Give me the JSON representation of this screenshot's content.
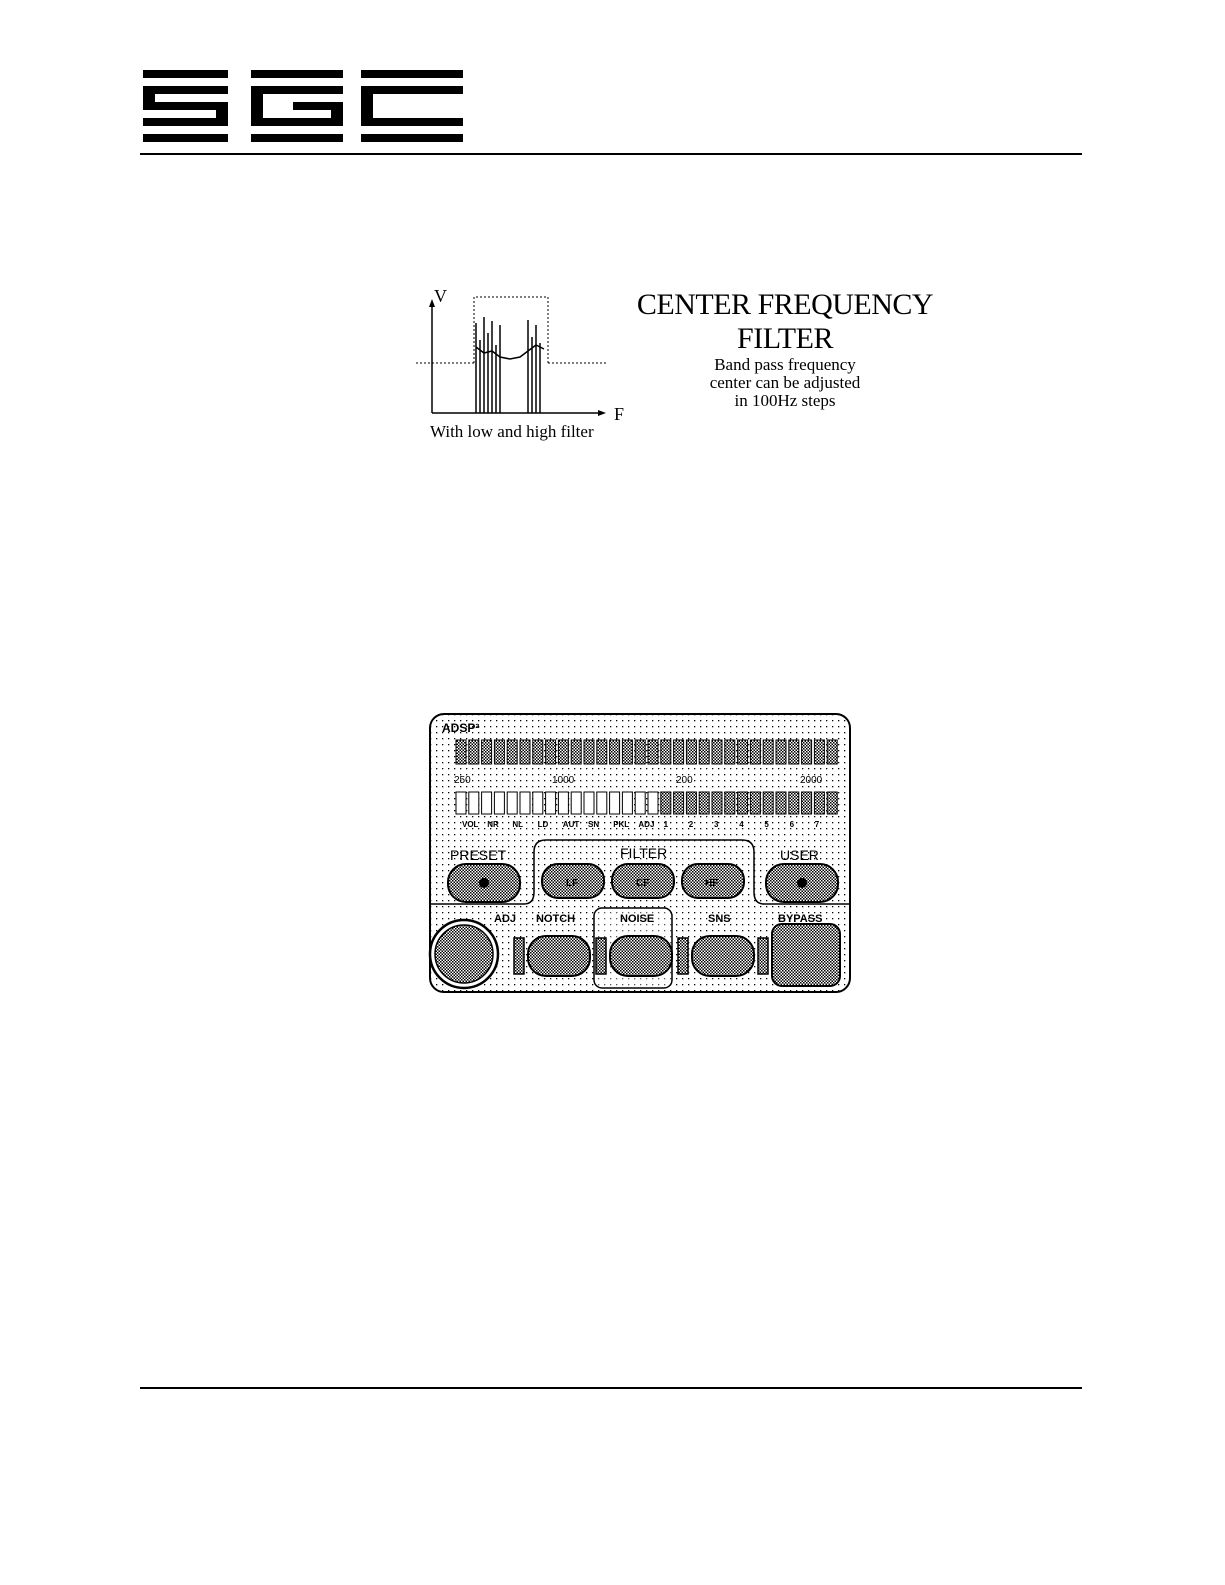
{
  "header": {
    "logo_text": "SGC",
    "logo_icon": "sgc-logo-icon"
  },
  "graph": {
    "y_axis_label": "V",
    "x_axis_label": "F",
    "caption": "With low and high filter",
    "title_line1": "CENTER FREQUENCY",
    "title_line2": "FILTER",
    "description_line1": "Band pass frequency",
    "description_line2": "center can be adjusted",
    "description_line3": "in 100Hz steps"
  },
  "panel": {
    "top_label": "ADSP²",
    "scale_labels": [
      "250",
      "1000",
      "200",
      "2000"
    ],
    "bottom_labels": [
      "VOL",
      "NR",
      "NL",
      "LD",
      "AUT",
      "SN",
      "PKL",
      "ADJ",
      "1",
      "2",
      "3",
      "4",
      "5",
      "6",
      "7"
    ],
    "preset_label": "PRESET",
    "filter_label": "FILTER",
    "user_label": "USER",
    "lf_label": "LF",
    "cf_label": "CF",
    "hf_label": "HF",
    "adj_label": "ADJ",
    "notch_label": "NOTCH",
    "noise_label": "NOISE",
    "sns_label": "SNS",
    "bypass_label": "BYPASS"
  },
  "colors": {
    "ink": "#000000",
    "paper": "#ffffff"
  }
}
